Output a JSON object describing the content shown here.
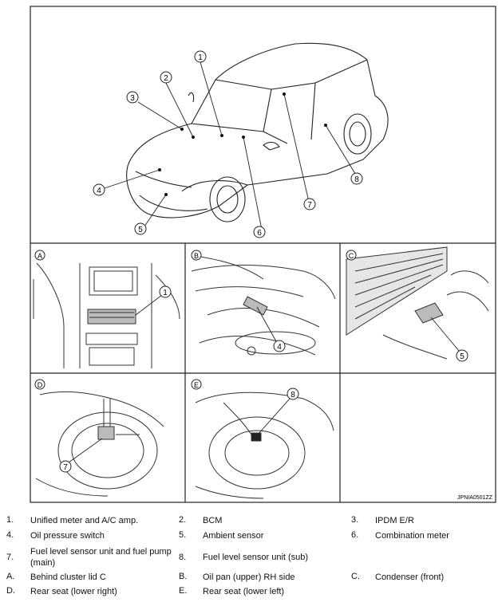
{
  "figure_code": "JPNIA0501ZZ",
  "car_callouts": [
    "1",
    "2",
    "3",
    "4",
    "5",
    "6",
    "7",
    "8"
  ],
  "panels": [
    {
      "letter": "A",
      "callout": "1"
    },
    {
      "letter": "B",
      "callout": "4"
    },
    {
      "letter": "C",
      "callout": "5"
    },
    {
      "letter": "D",
      "callout": "7"
    },
    {
      "letter": "E",
      "callout": "8"
    }
  ],
  "legend": [
    [
      {
        "num": "1.",
        "text": "Unified meter and A/C amp."
      },
      {
        "num": "2.",
        "text": "BCM"
      },
      {
        "num": "3.",
        "text": "IPDM E/R"
      }
    ],
    [
      {
        "num": "4.",
        "text": "Oil pressure switch"
      },
      {
        "num": "5.",
        "text": "Ambient sensor"
      },
      {
        "num": "6.",
        "text": "Combination meter"
      }
    ],
    [
      {
        "num": "7.",
        "text": "Fuel level sensor unit and fuel pump (main)"
      },
      {
        "num": "8.",
        "text": "Fuel level sensor unit (sub)"
      },
      {
        "num": "",
        "text": ""
      }
    ],
    [
      {
        "num": "A.",
        "text": "Behind cluster lid C"
      },
      {
        "num": "B.",
        "text": "Oil pan (upper) RH side"
      },
      {
        "num": "C.",
        "text": "Condenser (front)"
      }
    ],
    [
      {
        "num": "D.",
        "text": "Rear seat (lower right)"
      },
      {
        "num": "E.",
        "text": "Rear seat (lower left)"
      },
      {
        "num": "",
        "text": ""
      }
    ]
  ]
}
